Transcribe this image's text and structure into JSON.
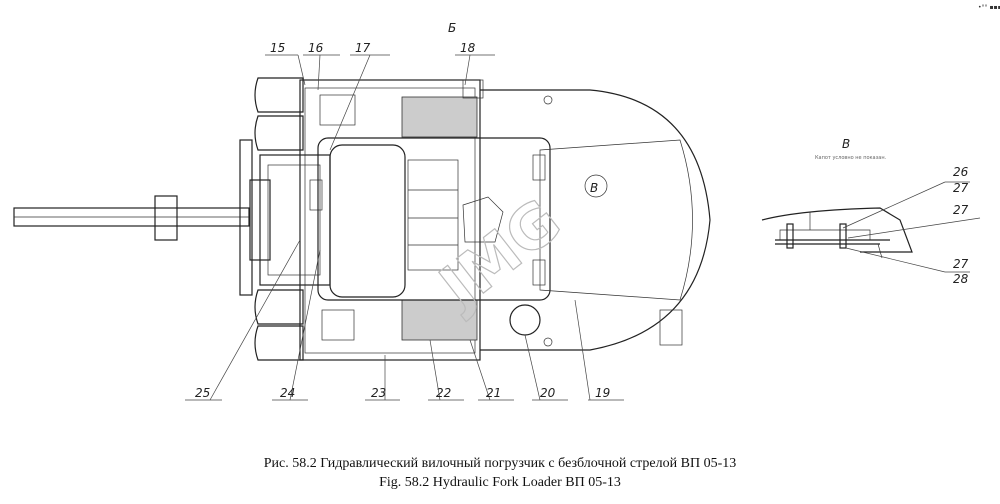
{
  "view_label_top": "Б",
  "view_label_side": "В",
  "side_note": "Капот условно не показан.",
  "view_marker": "В",
  "watermark": "JMG",
  "corner_mark": "•°° ▪▪▪",
  "callouts_top": [
    "15",
    "16",
    "17",
    "18"
  ],
  "callouts_bottom": [
    "25",
    "24",
    "23",
    "22",
    "21",
    "20",
    "19"
  ],
  "callouts_detail": [
    "26",
    "27",
    "27",
    "27",
    "28"
  ],
  "caption_ru": "Рис. 58.2  Гидравлический вилочный погрузчик с безблочной стрелой ВП 05-13",
  "caption_en": "Fig. 58.2  Hydraulic Fork Loader ВП 05-13"
}
